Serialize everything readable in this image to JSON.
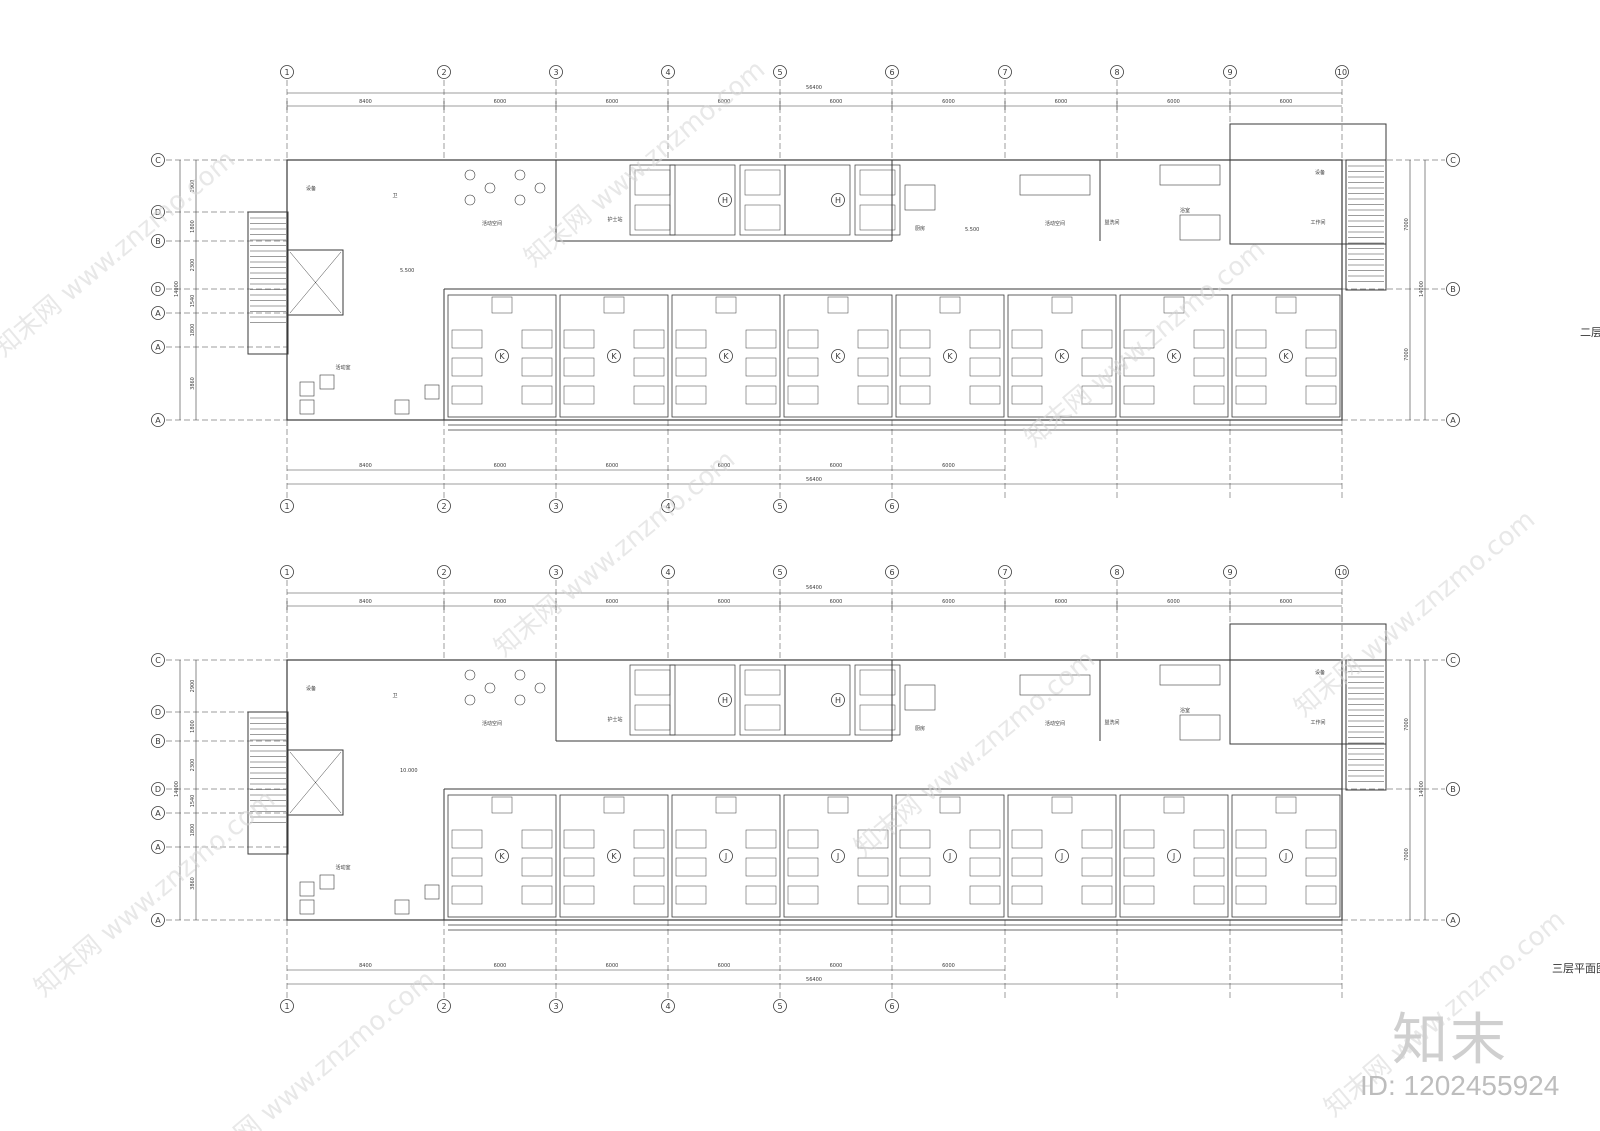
{
  "drawing": {
    "line_color": "#3a3a3a",
    "watermark_color": "#d6d6d6",
    "grid_numbers": [
      "1",
      "2",
      "3",
      "4",
      "5",
      "6",
      "7",
      "8",
      "9",
      "10"
    ],
    "grid_letters": [
      "C",
      "D",
      "B",
      "D",
      "A",
      "A",
      "A"
    ],
    "top_spans": [
      "8400",
      "6000",
      "6000",
      "6000",
      "6000",
      "6000",
      "6000",
      "6000",
      "6000"
    ],
    "bottom_spans": [
      "8400",
      "6000",
      "6000",
      "6000",
      "6000",
      "6000"
    ],
    "total_span": "56400",
    "left_vertical_dims": [
      "2900",
      "1800",
      "2300",
      "1540",
      "1800",
      "3860"
    ],
    "left_total": "14000",
    "right_vertical_dims": [
      "7000",
      "7000"
    ],
    "right_total": "14000"
  },
  "plans": [
    {
      "caption": "二层",
      "elevation": "5.500",
      "elevation2": "5.500",
      "room_labels": {
        "equipment": "设备",
        "toilet": "卫",
        "activity": "活动空间",
        "nurse": "护士站",
        "kitchen": "厨房",
        "laundry": "盥洗间",
        "bath": "浴室",
        "work": "工作间",
        "lounge": "活动室",
        "activity2": "活动空间"
      },
      "room_marker_k": "K",
      "room_marker_h": "H"
    },
    {
      "caption": "三层平面图",
      "elevation": "10.000",
      "elevation2": "",
      "room_labels": {
        "equipment": "设备",
        "toilet": "卫",
        "activity": "活动空间",
        "nurse": "护士站",
        "kitchen": "厨房",
        "laundry": "盥洗间",
        "bath": "浴室",
        "work": "工作间",
        "lounge": "活动室",
        "activity2": "活动空间"
      },
      "room_marker_k": "K",
      "room_marker_h": "H",
      "room_marker_j": "J"
    }
  ],
  "watermark": {
    "site": "www.znzmo.com",
    "brand": "知末网",
    "logo": "知末",
    "id_text": "ID: 1202455924"
  }
}
